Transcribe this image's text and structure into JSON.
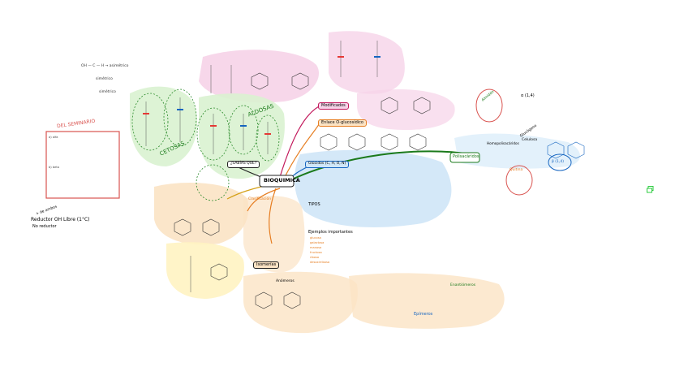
{
  "center": {
    "title": "BIOQUIMICA"
  },
  "top_left_notes": {
    "line1": "OH — C — H  →  asimétrico",
    "line2": "simétrico",
    "line3": "simétrico"
  },
  "seminario": {
    "title": "DEL SEMINARIO",
    "notes": [
      "a) alfa",
      "b) beta"
    ]
  },
  "left_notes": {
    "line1": "Reductor OH Libre (1°C)",
    "line2": "No reductor",
    "tag": "+ de ambos"
  },
  "branches": {
    "cetosas": "CETOSAS",
    "aldosas": "ALDOSAS",
    "sabias": "¿SABÍAS QUE?",
    "modificados": "Modificados",
    "enlace": "Enlace O-glucosídico",
    "polisacaridos": "Polisacáridos",
    "glucidos": "Glúcidos (C, H, O, N)",
    "isomerias": "Isomerías",
    "tipos": "TIPOS",
    "clasificacion": "Clasificación",
    "epimeros": "Epímeros",
    "anomeros": "Anómeros",
    "enantiomeros": "Enantiómeros"
  },
  "ejemplos": {
    "title": "Ejemplos importantes",
    "items": [
      "glucosa",
      "galactosa",
      "manosa",
      "fructosa",
      "ribosa",
      "desoxirribosa"
    ]
  },
  "right_side": {
    "almidon": "Almidón",
    "glucogeno": "Glucógeno",
    "celulosa": "Celulosa",
    "quitina": "Quitina",
    "alpha": "α (1,4)",
    "beta": "β (1,4)",
    "homopolisacaridos": "Homopolisacáridos"
  },
  "colors": {
    "pink": "#f6d3e8",
    "green": "#d9f2d0",
    "blue": "#cfe6f7",
    "orange": "#fbe3c4",
    "yellow": "#fff3c2",
    "red_frame": "#d9534f",
    "green_icon": "#2ecc40"
  },
  "icons": {
    "floating_button": "copy-icon"
  }
}
